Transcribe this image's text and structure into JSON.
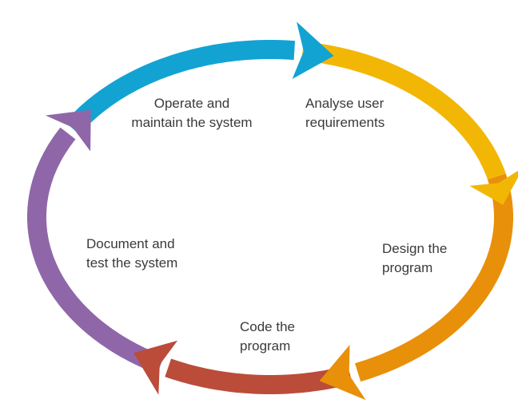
{
  "stages": [
    {
      "id": "operate",
      "lines": [
        "Operate and",
        "maintain the system"
      ],
      "color": "#12a3d3",
      "start_deg": 212,
      "end_deg": 284
    },
    {
      "id": "analyse",
      "lines": [
        "Analyse user",
        "requirements"
      ],
      "color": "#f2b705",
      "start_deg": 278,
      "end_deg": 354
    },
    {
      "id": "design",
      "lines": [
        "Design the",
        "program"
      ],
      "color": "#e8900a",
      "start_deg": 346,
      "end_deg": 76
    },
    {
      "id": "code",
      "lines": [
        "Code the",
        "program"
      ],
      "color": "#bb4c3a",
      "start_deg": 70,
      "end_deg": 124
    },
    {
      "id": "document",
      "lines": [
        "Document and",
        "test the system"
      ],
      "color": "#8f67a8",
      "start_deg": 118,
      "end_deg": 218
    }
  ]
}
